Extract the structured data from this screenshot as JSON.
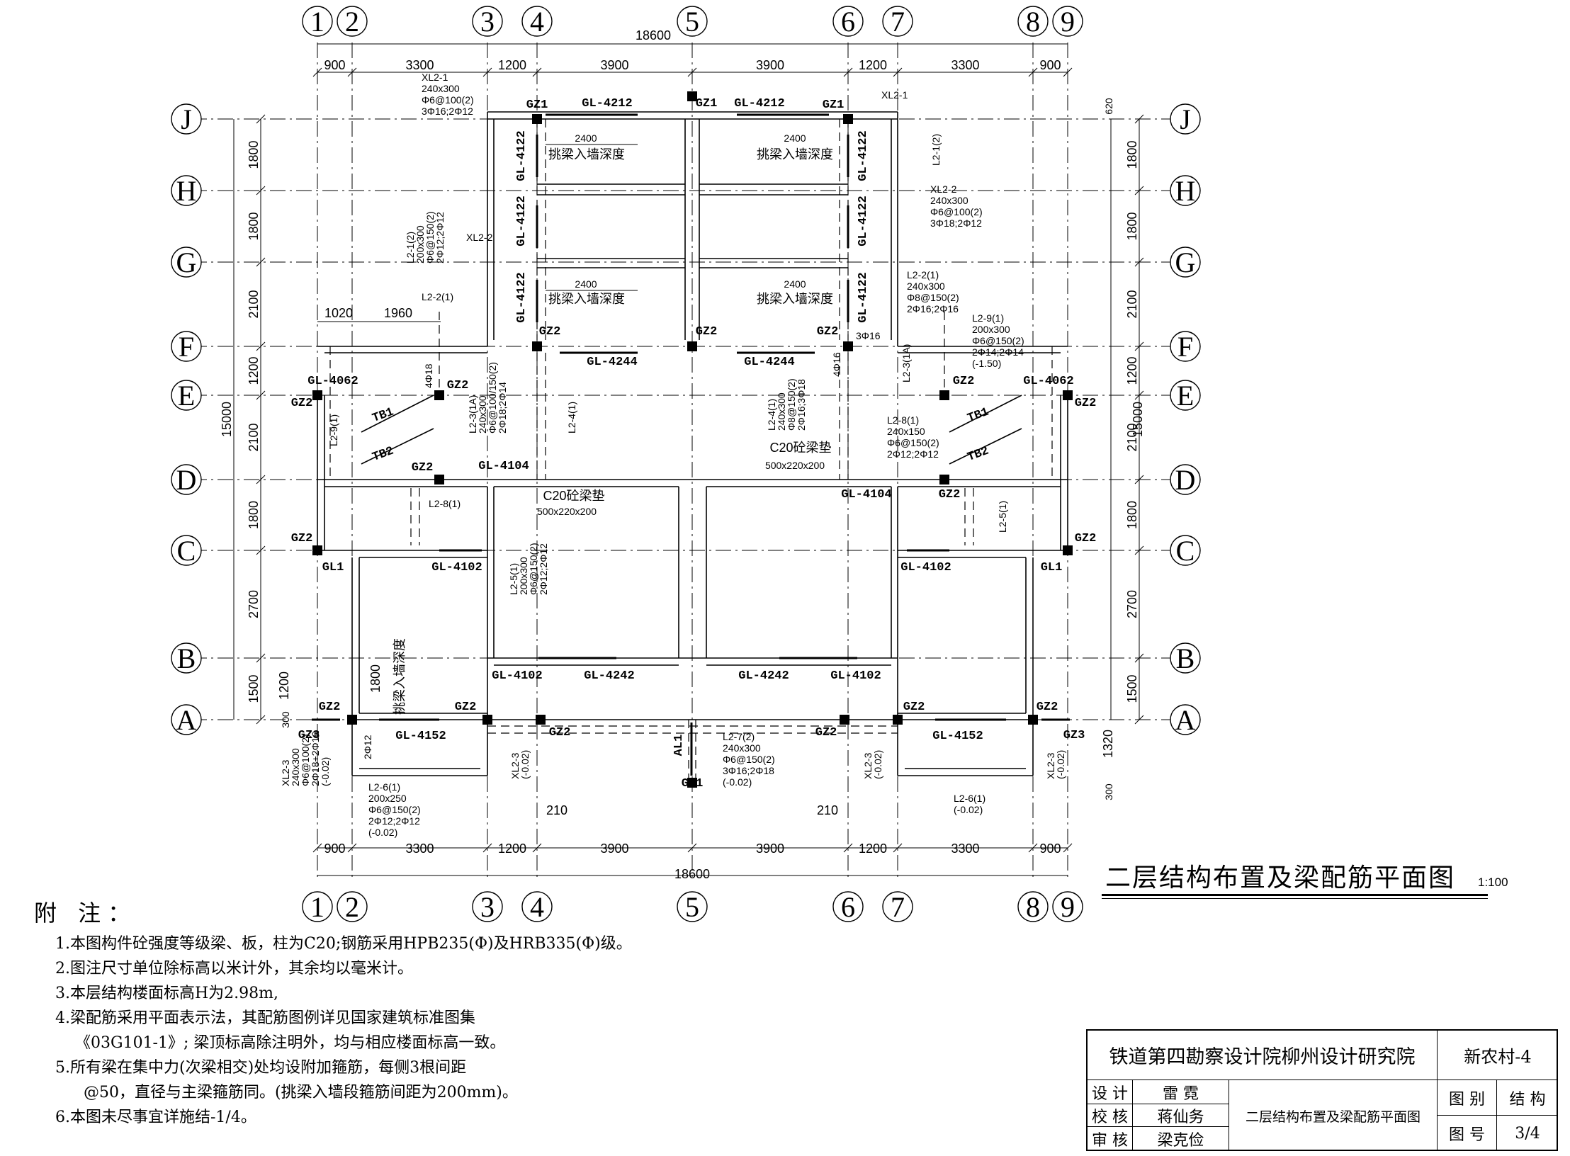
{
  "drawing_title": "二层结构布置及梁配筋平面图",
  "scale": "1:100",
  "axes": {
    "columns": [
      "1",
      "2",
      "3",
      "4",
      "5",
      "6",
      "7",
      "8",
      "9"
    ],
    "rows": [
      "J",
      "H",
      "G",
      "F",
      "E",
      "D",
      "C",
      "B",
      "A"
    ]
  },
  "dimensions": {
    "top_total": "18600",
    "bottom_total": "18600",
    "spans": [
      "900",
      "3300",
      "1200",
      "3900",
      "3900",
      "1200",
      "3300",
      "900"
    ],
    "left_total": "15000",
    "right_total": "15000",
    "left_rows": [
      "1800",
      "1800",
      "2100",
      "1200",
      "2100",
      "1800",
      "2700",
      "1500"
    ],
    "right_rows": [
      "1800",
      "1800",
      "2100",
      "1200",
      "2100",
      "1800",
      "2700",
      "1500"
    ],
    "right_extra": [
      "620",
      "1320",
      "300"
    ],
    "left_extra": [
      "1200",
      "1800",
      "300"
    ],
    "balcony": [
      "1020",
      "1960"
    ],
    "misc": [
      "210",
      "210",
      "2400",
      "2400",
      "2400",
      "2400"
    ]
  },
  "columns_labels": [
    "GZ1",
    "GZ1",
    "GZ1",
    "GZ1",
    "GZ2",
    "GZ2",
    "GZ2",
    "GZ2",
    "GZ2",
    "GZ2",
    "GZ2",
    "GZ2",
    "GZ2",
    "GZ2",
    "GZ2",
    "GZ2",
    "GZ2",
    "GZ2",
    "GZ2",
    "GZ2",
    "GZ2",
    "GZ3",
    "GZ3"
  ],
  "beam_labels": {
    "gl_4212_a": "GL-4212",
    "gl_4212_b": "GL-4212",
    "gl_4122": "GL-4122",
    "gl_4244": "GL-4244",
    "gl_4062": "GL-4062",
    "gl_4104": "GL-4104",
    "gl_4102": "GL-4102",
    "gl_4242": "GL-4242",
    "gl_4152": "GL-4152",
    "gl1": "GL1",
    "al1": "AL1",
    "tb1": "TB1",
    "tb2": "TB2"
  },
  "cantilever_note": "挑梁入墙深度",
  "pad_note": "C20砼梁垫",
  "pad_size": "500x220x200",
  "beam_specs": {
    "xl2_1": [
      "XL2-1",
      "240x300",
      "Φ6@100(2)",
      "3Φ16;2Φ12"
    ],
    "xl2_1b": "XL2-1",
    "xl2_2": [
      "XL2-2",
      "240x300",
      "Φ6@100(2)",
      "3Φ18;2Φ12"
    ],
    "xl2_2b": "XL2-2",
    "l2_1_left": [
      "L2-1(2)",
      "200x300",
      "Φ6@150(2)",
      "2Φ12;2Φ12"
    ],
    "l2_1_right": "L2-1(2)",
    "l2_2_left": "L2-2(1)",
    "l2_2_right": [
      "L2-2(1)",
      "240x300",
      "Φ8@150(2)",
      "2Φ16;2Φ16"
    ],
    "l2_9_right": [
      "L2-9(1)",
      "200x300",
      "Φ6@150(2)",
      "2Φ14;2Φ14",
      "(-1.50)"
    ],
    "l2_9_left": "L2-9(1)",
    "l2_3_left": [
      "L2-3(1A)",
      "240x300",
      "Φ6@100/150(2)",
      "2Φ18;2Φ14"
    ],
    "l2_3_right": "L2-3(1A)",
    "l2_4_left": "L2-4(1)",
    "l2_4_right": [
      "L2-4(1)",
      "240x300",
      "Φ8@150(2)",
      "2Φ16;3Φ18"
    ],
    "l2_8_left": "L2-8(1)",
    "l2_8_right": [
      "L2-8(1)",
      "240x150",
      "Φ6@150(2)",
      "2Φ12;2Φ12"
    ],
    "l2_5_left": [
      "L2-5(1)",
      "200x300",
      "Φ6@150(2)",
      "2Φ12;2Φ12"
    ],
    "l2_5_right": "L2-5(1)",
    "l2_6_left": [
      "L2-6(1)",
      "200x250",
      "Φ6@150(2)",
      "2Φ12;2Φ12",
      "(-0.02)"
    ],
    "l2_6_right": [
      "L2-6(1)",
      "(-0.02)"
    ],
    "l2_7": [
      "L2-7(2)",
      "240x300",
      "Φ6@150(2)",
      "3Φ16;2Φ18",
      "(-0.02)"
    ],
    "xl2_3_left": [
      "XL2-3",
      "240x300",
      "Φ6@100(2)",
      "2Φ18+2Φ16",
      "(-0.02)"
    ],
    "xl2_3_mid_left": [
      "XL2-3",
      "(-0.02)"
    ],
    "xl2_3_mid_right": [
      "XL2-3",
      "(-0.02)"
    ],
    "xl2_3_right": [
      "XL2-3",
      "(-0.02)"
    ],
    "bars": [
      "4Φ18",
      "4Φ16",
      "3Φ16",
      "2Φ12"
    ]
  },
  "notes": {
    "heading": "附 注：",
    "items": [
      "1.本图构件砼强度等级梁、板，柱为C20;钢筋采用HPB235(Φ)及HRB335(Φ)级。",
      "2.图注尺寸单位除标高以米计外，其余均以毫米计。",
      "3.本层结构楼面标高H为2.98m,",
      "4.梁配筋采用平面表示法，其配筋图例详见国家建筑标准图集",
      "《03G101-1》; 梁顶标高除注明外，均与相应楼面标高一致。",
      "5.所有梁在集中力(次梁相交)处均设附加箍筋，每侧3根间距",
      "@50，直径与主梁箍筋同。(挑梁入墙段箍筋间距为200mm)。",
      "6.本图未尽事宜详施结-1/4。"
    ]
  },
  "title_block": {
    "institute": "铁道第四勘察设计院柳州设计研究院",
    "project": "新农村-4",
    "design_label": "设 计",
    "design_name": "雷 霓",
    "check_label": "校 核",
    "check_name": "蒋仙务",
    "review_label": "审 核",
    "review_name": "梁克俭",
    "sheet_title": "二层结构布置及梁配筋平面图",
    "category_label": "图 别",
    "category_value": "结 构",
    "number_label": "图 号",
    "number_value": "3/4"
  }
}
